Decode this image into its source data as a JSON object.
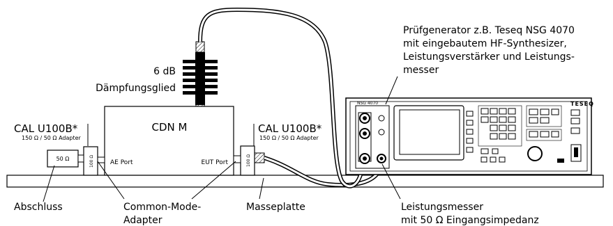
{
  "labels": {
    "attenuator": "6 dB",
    "attenuator_name": "Dämpfungsglied",
    "cdn": "CDN M",
    "cal_left": "CAL U100B*",
    "cal_left_sub": "150 Ω / 50 Ω Adapter",
    "cal_right": "CAL U100B*",
    "cal_right_sub": "150 Ω / 50 Ω Adapter",
    "ae_port": "AE Port",
    "eut_port": "EUT Port",
    "termination_value": "50 Ω",
    "adapter_value_left": "100 Ω",
    "adapter_value_right": "100 Ω",
    "generator_line1": "Prüfgenerator z.B. Teseq NSG 4070",
    "generator_line2": "mit eingebautem HF-Synthesizer,",
    "generator_line3": "Leistungsverstärker und Leistungs-",
    "generator_line4": "messer",
    "termination": "Abschluss",
    "cm_adapter_line1": "Common-Mode-",
    "cm_adapter_line2": "Adapter",
    "ground_plate": "Masseplatte",
    "power_meter_line1": "Leistungsmesser",
    "power_meter_line2": "mit 50 Ω Eingangsimpedanz",
    "device_model": "NSG 4070",
    "device_brand": "TESEQ"
  }
}
